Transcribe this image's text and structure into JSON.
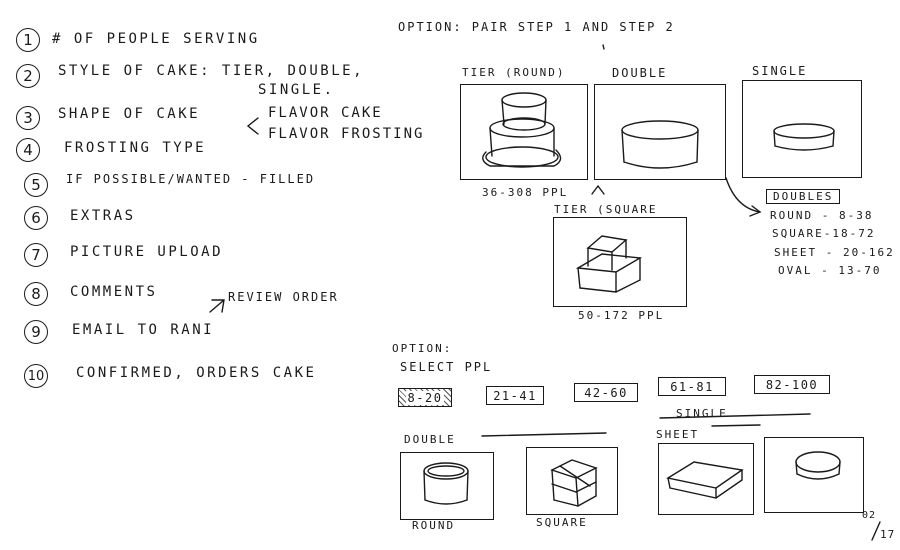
{
  "steps": [
    {
      "num": "1",
      "text": "# of people serving"
    },
    {
      "num": "2",
      "text": "Style of cake: Tier, Double,",
      "text2": "Single."
    },
    {
      "num": "3",
      "text": "Shape of cake"
    },
    {
      "num": "4",
      "text": "Frosting type"
    },
    {
      "num": "5",
      "text": "If possible/wanted - filled"
    },
    {
      "num": "6",
      "text": "Extras"
    },
    {
      "num": "7",
      "text": "Picture upload"
    },
    {
      "num": "8",
      "text": "Comments"
    },
    {
      "num": "9",
      "text": "Email to Rani"
    },
    {
      "num": "10",
      "text": "Confirmed, orders cake"
    }
  ],
  "flavor_notes": {
    "cake": "Flavor cake",
    "frosting": "Flavor frosting"
  },
  "review_note": "Review order",
  "option1": {
    "title": "Option: Pair step 1 and step 2",
    "tier_round": {
      "label": "Tier (round)",
      "range": "36-308 PPL"
    },
    "double": {
      "label": "Double"
    },
    "single": {
      "label": "Single"
    },
    "tier_square": {
      "label": "Tier (square",
      "range": "50-172 PPL"
    },
    "doubles_list": {
      "heading": "Doubles",
      "items": [
        "Round - 8-38",
        "Square-18-72",
        "Sheet - 20-162",
        "Oval - 13-70"
      ]
    }
  },
  "option2": {
    "title": "Option:",
    "subtitle": "Select PPL",
    "ppl_options": [
      "8-20",
      "21-41",
      "42-60",
      "61-81",
      "82-100"
    ],
    "selected": "8-20",
    "double_label": "Double",
    "single_label": "Single",
    "round_label": "Round",
    "square_label": "Square",
    "sheet_label": "Sheet"
  },
  "page_number": {
    "top": "02",
    "bottom": "17"
  }
}
